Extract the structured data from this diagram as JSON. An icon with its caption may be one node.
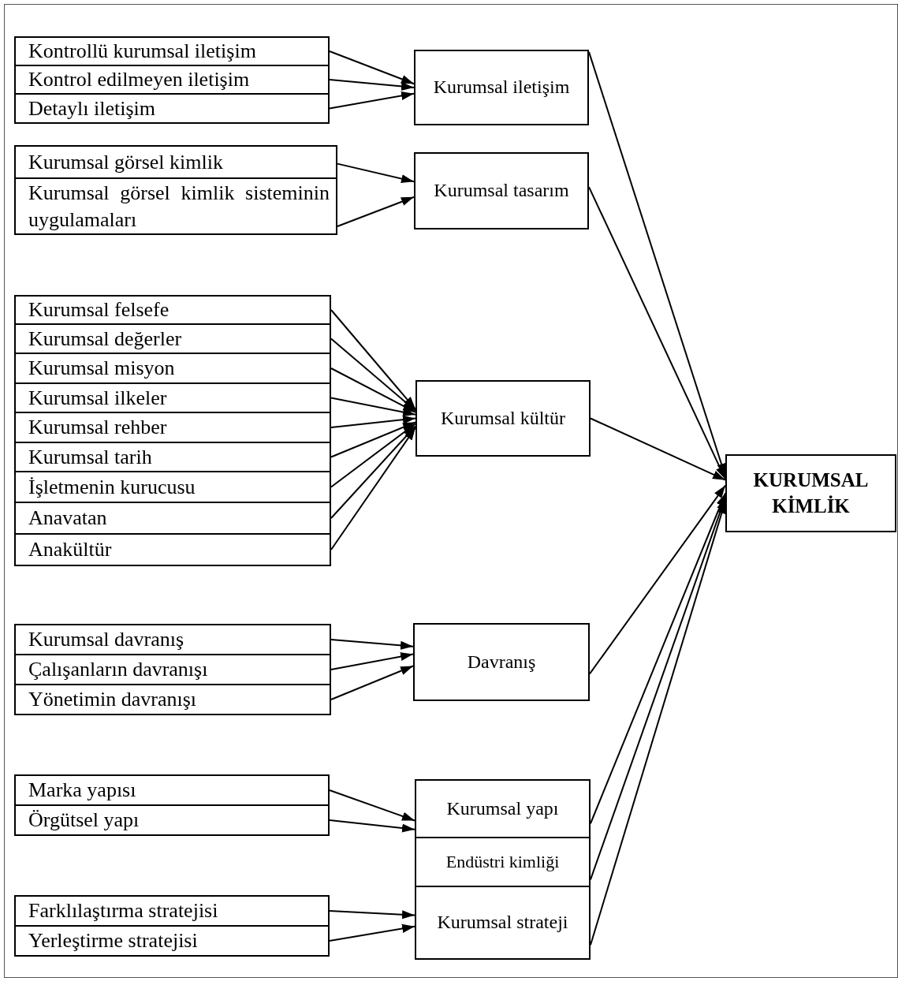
{
  "diagram": {
    "nodes": [
      {
        "text": [
          "Kontrollü kurumsal iletişim"
        ]
      },
      {
        "text": [
          "Kontrol edilmeyen iletişim"
        ]
      },
      {
        "text": [
          "Detaylı iletişim"
        ]
      },
      {
        "text": [
          "Kurumsal iletişim"
        ]
      },
      {
        "text": [
          "Kurumsal görsel kimlik"
        ]
      },
      {
        "text": [
          "Kurumsal görsel kimlik sisteminin uygulamaları"
        ]
      },
      {
        "text": [
          "Kurumsal tasarım"
        ]
      },
      {
        "text": [
          "Kurumsal felsefe"
        ]
      },
      {
        "text": [
          "Kurumsal değerler"
        ]
      },
      {
        "text": [
          "Kurumsal misyon"
        ]
      },
      {
        "text": [
          "Kurumsal ilkeler"
        ]
      },
      {
        "text": [
          "Kurumsal rehber"
        ]
      },
      {
        "text": [
          "Kurumsal tarih"
        ]
      },
      {
        "text": [
          "İşletmenin kurucusu"
        ]
      },
      {
        "text": [
          "Anavatan"
        ]
      },
      {
        "text": [
          "Anakültür"
        ]
      },
      {
        "text": [
          "Kurumsal kültür"
        ]
      },
      {
        "text": [
          "KURUMSAL KİMLİK"
        ]
      },
      {
        "text": [
          "Kurumsal davranış"
        ]
      },
      {
        "text": [
          "Çalışanların davranışı"
        ]
      },
      {
        "text": [
          "Yönetimin davranışı"
        ]
      },
      {
        "text": [
          "Davranış"
        ]
      },
      {
        "text": [
          "Marka yapısı"
        ]
      },
      {
        "text": [
          "Örgütsel yapı"
        ]
      },
      {
        "text": [
          "Kurumsal yapı"
        ]
      },
      {
        "text": [
          "Endüstri kimliği"
        ]
      },
      {
        "text": [
          "Farklılaştırma stratejisi"
        ]
      },
      {
        "text": [
          "Yerleştirme stratejisi"
        ]
      },
      {
        "text": [
          "Kurumsal strateji"
        ]
      }
    ],
    "edges": [
      {
        "from": 0,
        "to": 3,
        "arrow": "to"
      },
      {
        "from": 1,
        "to": 3,
        "arrow": "to"
      },
      {
        "from": 2,
        "to": 3,
        "arrow": "to"
      },
      {
        "from": 4,
        "to": 6,
        "arrow": "to"
      },
      {
        "from": 5,
        "to": 6,
        "arrow": "to"
      },
      {
        "from": 7,
        "to": 16,
        "arrow": "to"
      },
      {
        "from": 8,
        "to": 16,
        "arrow": "to"
      },
      {
        "from": 9,
        "to": 16,
        "arrow": "to"
      },
      {
        "from": 10,
        "to": 16,
        "arrow": "to"
      },
      {
        "from": 11,
        "to": 16,
        "arrow": "to"
      },
      {
        "from": 12,
        "to": 16,
        "arrow": "to"
      },
      {
        "from": 13,
        "to": 16,
        "arrow": "to"
      },
      {
        "from": 14,
        "to": 16,
        "arrow": "to"
      },
      {
        "from": 15,
        "to": 16,
        "arrow": "to"
      },
      {
        "from": 18,
        "to": 21,
        "arrow": "to"
      },
      {
        "from": 19,
        "to": 21,
        "arrow": "to"
      },
      {
        "from": 20,
        "to": 21,
        "arrow": "to"
      },
      {
        "from": 22,
        "to": 24,
        "arrow": "to"
      },
      {
        "from": 23,
        "to": 24,
        "arrow": "to"
      },
      {
        "from": 26,
        "to": 28,
        "arrow": "to"
      },
      {
        "from": 27,
        "to": 28,
        "arrow": "to"
      },
      {
        "from": 3,
        "to": 17,
        "arrow": "to"
      },
      {
        "from": 6,
        "to": 17,
        "arrow": "to"
      },
      {
        "from": 16,
        "to": 17,
        "arrow": "to"
      },
      {
        "from": 21,
        "to": 17,
        "arrow": "to"
      },
      {
        "from": 24,
        "to": 17,
        "arrow": "to"
      },
      {
        "from": 25,
        "to": 17,
        "arrow": "to"
      },
      {
        "from": 28,
        "to": 17,
        "arrow": "to"
      }
    ]
  }
}
